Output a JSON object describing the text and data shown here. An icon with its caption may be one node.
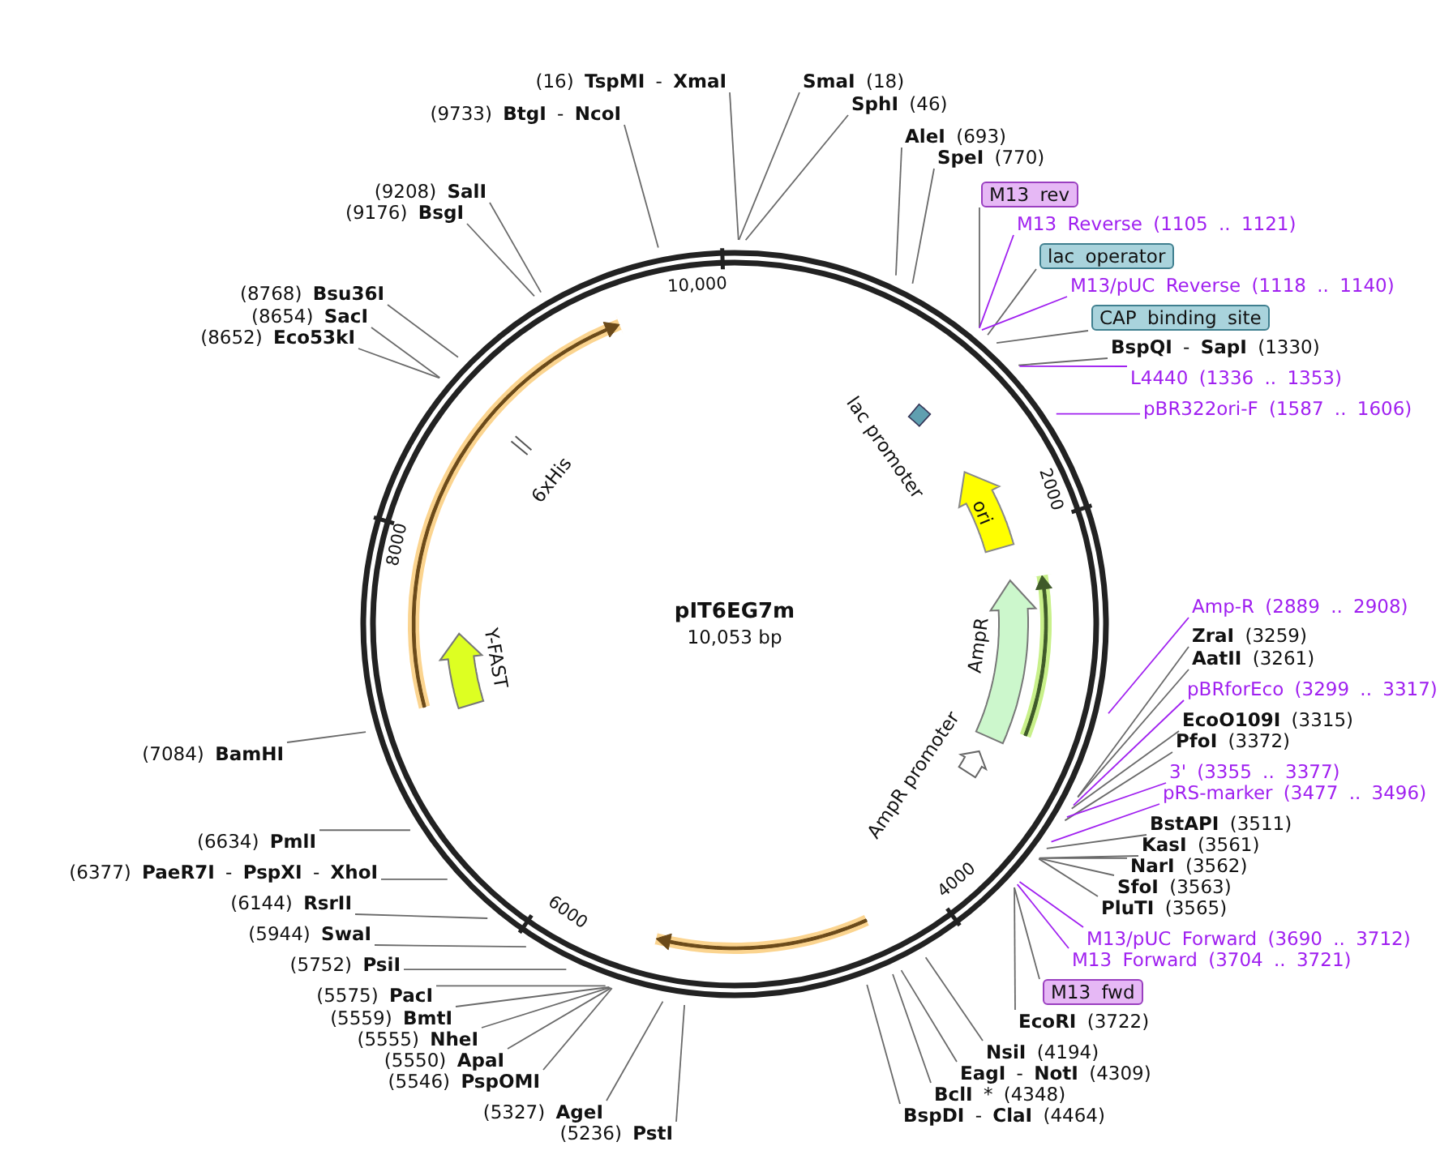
{
  "diagram": {
    "title": "pIT6EG7m",
    "nodes": [
      {
        "text": [
          "(16) **TspMI** - **XmaI**"
        ]
      },
      {
        "text": [
          "**SmaI** (18)"
        ]
      },
      {
        "text": [
          "**SphI** (46)"
        ]
      },
      {
        "text": [
          "(9733) **BtgI** - **NcoI**"
        ]
      },
      {
        "text": [
          "**AleI** (693)"
        ]
      },
      {
        "text": [
          "**SpeI** (770)"
        ]
      },
      {
        "text": [
          "M13 rev"
        ]
      },
      {
        "text": [
          "M13 Reverse (1105 .. 1121)"
        ]
      },
      {
        "text": [
          "lac operator"
        ]
      },
      {
        "text": [
          "M13/pUC Reverse (1118 .. 1140)"
        ]
      },
      {
        "text": [
          "CAP binding site"
        ]
      },
      {
        "text": [
          "**BspQI** - **SapI** (1330)"
        ]
      },
      {
        "text": [
          "L4440 (1336 .. 1353)"
        ]
      },
      {
        "text": [
          "pBR322ori-F (1587 .. 1606)"
        ]
      },
      {
        "text": [
          "(9208) **SalI**"
        ]
      },
      {
        "text": [
          "(9176) **BsgI**"
        ]
      },
      {
        "text": [
          "(8768) **Bsu36I**"
        ]
      },
      {
        "text": [
          "(8654) **SacI**"
        ]
      },
      {
        "text": [
          "(8652) **Eco53kI**"
        ]
      },
      {
        "text": [
          "(7084) **BamHI**"
        ]
      },
      {
        "text": [
          "(6634) **PmlI**"
        ]
      },
      {
        "text": [
          "(6377) **PaeR7I** - **PspXI** - **XhoI**"
        ]
      },
      {
        "text": [
          "(6144) **RsrII**"
        ]
      },
      {
        "text": [
          "(5944) **SwaI**"
        ]
      },
      {
        "text": [
          "(5752) **PsiI**"
        ]
      },
      {
        "text": [
          "(5575) **PacI**"
        ]
      },
      {
        "text": [
          "(5559) **BmtI**"
        ]
      },
      {
        "text": [
          "(5555) **NheI**"
        ]
      },
      {
        "text": [
          "(5550) **ApaI**"
        ]
      },
      {
        "text": [
          "(5546) **PspOMI**"
        ]
      },
      {
        "text": [
          "(5327) **AgeI**"
        ]
      },
      {
        "text": [
          "(5236) **PstI**"
        ]
      },
      {
        "text": [
          "Amp-R (2889 .. 2908)"
        ]
      },
      {
        "text": [
          "**ZraI** (3259)"
        ]
      },
      {
        "text": [
          "**AatII** (3261)"
        ]
      },
      {
        "text": [
          "pBRforEco (3299 .. 3317)"
        ]
      },
      {
        "text": [
          "**EcoO109I** (3315)"
        ]
      },
      {
        "text": [
          "**PfoI** (3372)"
        ]
      },
      {
        "text": [
          "3' (3355 .. 3377)"
        ]
      },
      {
        "text": [
          "pRS-marker (3477 .. 3496)"
        ]
      },
      {
        "text": [
          "**BstAPI** (3511)"
        ]
      },
      {
        "text": [
          "**KasI** (3561)"
        ]
      },
      {
        "text": [
          "**NarI** (3562)"
        ]
      },
      {
        "text": [
          "**SfoI** (3563)"
        ]
      },
      {
        "text": [
          "**PluTI** (3565)"
        ]
      },
      {
        "text": [
          "M13/pUC Forward (3690 .. 3712)"
        ]
      },
      {
        "text": [
          "M13 Forward (3704 .. 3721)"
        ]
      },
      {
        "text": [
          "M13 fwd"
        ]
      },
      {
        "text": [
          "**EcoRI** (3722)"
        ]
      },
      {
        "text": [
          "**NsiI** (4194)"
        ]
      },
      {
        "text": [
          "**EagI** - **NotI** (4309)"
        ]
      },
      {
        "text": [
          "**BclI** * (4348)"
        ]
      },
      {
        "text": [
          "**BspDI** - **ClaI** (4464)"
        ]
      },
      {
        "text": [
          "lac promoter"
        ]
      },
      {
        "text": [
          "ori"
        ]
      },
      {
        "text": [
          "AmpR"
        ]
      },
      {
        "text": [
          "AmpR promoter"
        ]
      },
      {
        "text": [
          "Y-FAST"
        ]
      },
      {
        "text": [
          "6xHis"
        ]
      }
    ],
    "edges": [
      {
        "from": 0,
        "to": null,
        "arrow": "none"
      },
      {
        "from": 1,
        "to": null,
        "arrow": "none"
      },
      {
        "from": 2,
        "to": null,
        "arrow": "none"
      },
      {
        "from": 3,
        "to": null,
        "arrow": "none"
      },
      {
        "from": 4,
        "to": null,
        "arrow": "none"
      },
      {
        "from": 5,
        "to": null,
        "arrow": "none"
      },
      {
        "from": 6,
        "to": null,
        "arrow": "none"
      },
      {
        "from": 7,
        "to": null,
        "arrow": "none",
        "color": "#a020f0"
      },
      {
        "from": 8,
        "to": null,
        "arrow": "none"
      },
      {
        "from": 9,
        "to": null,
        "arrow": "none",
        "color": "#a020f0"
      },
      {
        "from": 10,
        "to": null,
        "arrow": "none"
      },
      {
        "from": 11,
        "to": null,
        "arrow": "none"
      },
      {
        "from": 12,
        "to": null,
        "arrow": "none",
        "color": "#a020f0"
      },
      {
        "from": 13,
        "to": null,
        "arrow": "none",
        "color": "#a020f0"
      },
      {
        "from": 14,
        "to": null,
        "arrow": "none"
      },
      {
        "from": 15,
        "to": null,
        "arrow": "none"
      },
      {
        "from": 16,
        "to": null,
        "arrow": "none"
      },
      {
        "from": 17,
        "to": null,
        "arrow": "none"
      },
      {
        "from": 18,
        "to": null,
        "arrow": "none"
      },
      {
        "from": 19,
        "to": null,
        "arrow": "none"
      },
      {
        "from": 20,
        "to": null,
        "arrow": "none"
      },
      {
        "from": 21,
        "to": null,
        "arrow": "none"
      },
      {
        "from": 22,
        "to": null,
        "arrow": "none"
      },
      {
        "from": 23,
        "to": null,
        "arrow": "none"
      },
      {
        "from": 24,
        "to": null,
        "arrow": "none"
      },
      {
        "from": 25,
        "to": null,
        "arrow": "none"
      },
      {
        "from": 26,
        "to": null,
        "arrow": "none"
      },
      {
        "from": 27,
        "to": null,
        "arrow": "none"
      },
      {
        "from": 28,
        "to": null,
        "arrow": "none"
      },
      {
        "from": 29,
        "to": null,
        "arrow": "none"
      },
      {
        "from": 30,
        "to": null,
        "arrow": "none"
      },
      {
        "from": 31,
        "to": null,
        "arrow": "none"
      },
      {
        "from": 32,
        "to": null,
        "arrow": "none",
        "color": "#a020f0"
      },
      {
        "from": 33,
        "to": null,
        "arrow": "none"
      },
      {
        "from": 34,
        "to": null,
        "arrow": "none"
      },
      {
        "from": 35,
        "to": null,
        "arrow": "none",
        "color": "#a020f0"
      },
      {
        "from": 36,
        "to": null,
        "arrow": "none"
      },
      {
        "from": 37,
        "to": null,
        "arrow": "none"
      },
      {
        "from": 38,
        "to": null,
        "arrow": "none",
        "color": "#a020f0"
      },
      {
        "from": 39,
        "to": null,
        "arrow": "none",
        "color": "#a020f0"
      },
      {
        "from": 40,
        "to": null,
        "arrow": "none"
      },
      {
        "from": 41,
        "to": null,
        "arrow": "none"
      },
      {
        "from": 42,
        "to": null,
        "arrow": "none"
      },
      {
        "from": 43,
        "to": null,
        "arrow": "none"
      },
      {
        "from": 44,
        "to": null,
        "arrow": "none"
      },
      {
        "from": 45,
        "to": null,
        "arrow": "none",
        "color": "#a020f0"
      },
      {
        "from": 46,
        "to": null,
        "arrow": "none",
        "color": "#a020f0"
      },
      {
        "from": 47,
        "to": null,
        "arrow": "none"
      },
      {
        "from": 48,
        "to": null,
        "arrow": "none"
      },
      {
        "from": 49,
        "to": null,
        "arrow": "none"
      },
      {
        "from": 50,
        "to": null,
        "arrow": "none"
      },
      {
        "from": 51,
        "to": null,
        "arrow": "none"
      },
      {
        "from": 52,
        "to": null,
        "arrow": "none"
      }
    ],
    "labels": [
      "10,053 bp",
      "10,000",
      "2000",
      "4000",
      "6000",
      "8000"
    ]
  }
}
